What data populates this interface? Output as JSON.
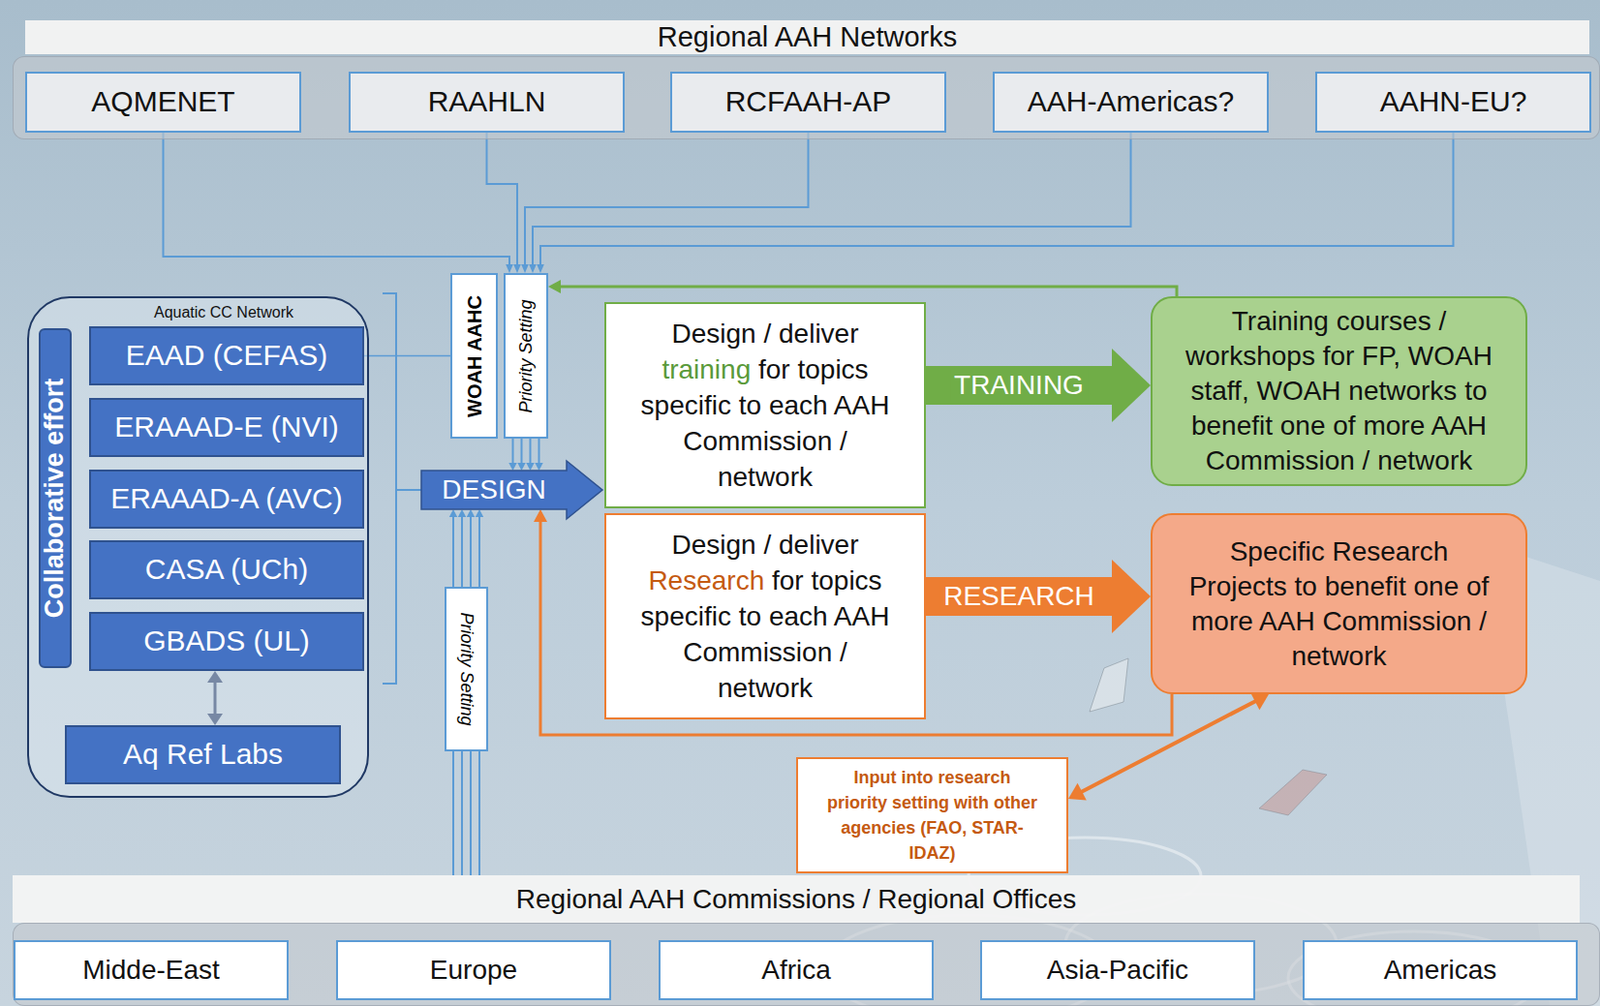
{
  "diagram": {
    "nodes": [
      {
        "text": [
          "Regional AAH Networks"
        ]
      },
      {
        "text": [
          "AQMENET"
        ],
        "in": 0
      },
      {
        "text": [
          "RAAHLN"
        ],
        "in": 0
      },
      {
        "text": [
          "RCFAAH-AP"
        ],
        "in": 0
      },
      {
        "text": [
          "AAH-Americas?"
        ],
        "in": 0
      },
      {
        "text": [
          "AAHN-EU?"
        ],
        "in": 0
      },
      {
        "text": [
          "Aquatic CC Network"
        ]
      },
      {
        "text": [
          "Collaborative effort"
        ],
        "in": 6
      },
      {
        "text": [
          "EAAD (CEFAS)"
        ],
        "in": 6
      },
      {
        "text": [
          "ERAAAD-E (NVI)"
        ],
        "in": 6
      },
      {
        "text": [
          "ERAAAD-A (AVC)"
        ],
        "in": 6
      },
      {
        "text": [
          "CASA (UCh)"
        ],
        "in": 6
      },
      {
        "text": [
          "GBADS (UL)"
        ],
        "in": 6
      },
      {
        "text": [
          "Aq Ref Labs"
        ],
        "in": 6
      },
      {
        "text": [
          "WOAH AAHC"
        ]
      },
      {
        "text": [
          "Priority Setting"
        ]
      },
      {
        "text": [
          "DESIGN"
        ]
      },
      {
        "text": [
          "Design / deliver training for topics specific to each AAH Commission / network"
        ]
      },
      {
        "text": [
          "Design / deliver Research for topics specific to each AAH Commission / network"
        ]
      },
      {
        "text": [
          "Training courses / workshops for FP, WOAH staff, WOAH networks to benefit one of more AAH Commission / network"
        ]
      },
      {
        "text": [
          "Specific Research Projects to benefit one of more AAH Commission / network"
        ]
      },
      {
        "text": [
          "Priority Setting"
        ]
      },
      {
        "text": [
          "Input into research priority setting with other agencies (FAO, STAR-IDAZ)"
        ]
      },
      {
        "text": [
          "Regional AAH Commissions / Regional Offices"
        ]
      },
      {
        "text": [
          "Midde-East"
        ],
        "in": 23
      },
      {
        "text": [
          "Europe"
        ],
        "in": 23
      },
      {
        "text": [
          "Africa"
        ],
        "in": 23
      },
      {
        "text": [
          "Asia-Pacific"
        ],
        "in": 23
      },
      {
        "text": [
          "Americas"
        ],
        "in": 23
      }
    ],
    "edges": [
      {
        "from": 1,
        "to": 15,
        "arrow": "to"
      },
      {
        "from": 2,
        "to": 15,
        "arrow": "to"
      },
      {
        "from": 3,
        "to": 15,
        "arrow": "to"
      },
      {
        "from": 4,
        "to": 15,
        "arrow": "to"
      },
      {
        "from": 5,
        "to": 15,
        "arrow": "to"
      },
      {
        "from": 19,
        "to": 15,
        "arrow": "to"
      },
      {
        "from": 8,
        "to": 14,
        "arrow": "none"
      },
      {
        "from": 12,
        "to": 13,
        "arrow": "both"
      },
      {
        "from": 15,
        "to": 16,
        "arrow": "to"
      },
      {
        "from": 21,
        "to": 16,
        "arrow": "to"
      },
      {
        "from": 23,
        "to": 21,
        "arrow": "none"
      },
      {
        "from": 17,
        "to": 19,
        "label": "TRAINING",
        "arrow": "to"
      },
      {
        "from": 18,
        "to": 20,
        "label": "RESEARCH",
        "arrow": "to"
      },
      {
        "from": 20,
        "to": 16,
        "arrow": "to"
      },
      {
        "from": 22,
        "to": 20,
        "arrow": "both"
      }
    ]
  }
}
